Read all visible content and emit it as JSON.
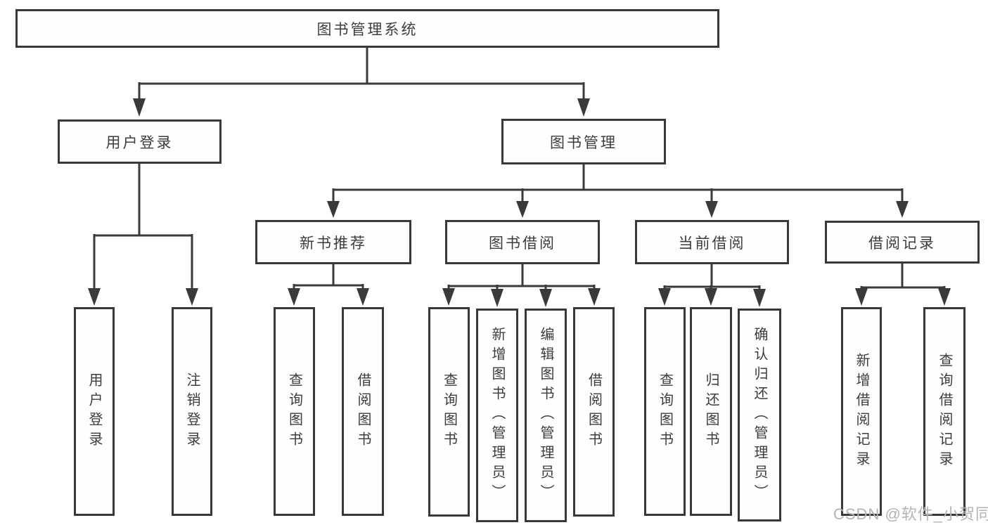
{
  "diagram": {
    "type": "hierarchy-tree",
    "line_color": "#3a3a3a",
    "box_border_color": "#383838",
    "text_color": "#3c3c3c",
    "watermark": "CSDN @软件_小贺同学",
    "nodes": {
      "root": "图书管理系统",
      "user_login": "用户登录",
      "book_mgmt": "图书管理",
      "new_books": "新书推荐",
      "book_borrow": "图书借阅",
      "current_borrow": "当前借阅",
      "borrow_records": "借阅记录",
      "leaf_user_login": "用户登录",
      "leaf_logout": "注销登录",
      "leaf_nb_query": "查询图书",
      "leaf_nb_borrow": "借阅图书",
      "leaf_bb_query": "查询图书",
      "leaf_bb_add": "新增图书（管理员）",
      "leaf_bb_edit": "编辑图书（管理员）",
      "leaf_bb_borrow": "借阅图书",
      "leaf_cb_query": "查询图书",
      "leaf_cb_return": "归还图书",
      "leaf_cb_confirm": "确认归还（管理员）",
      "leaf_br_add": "新增借阅记录",
      "leaf_br_query": "查询借阅记录"
    }
  }
}
